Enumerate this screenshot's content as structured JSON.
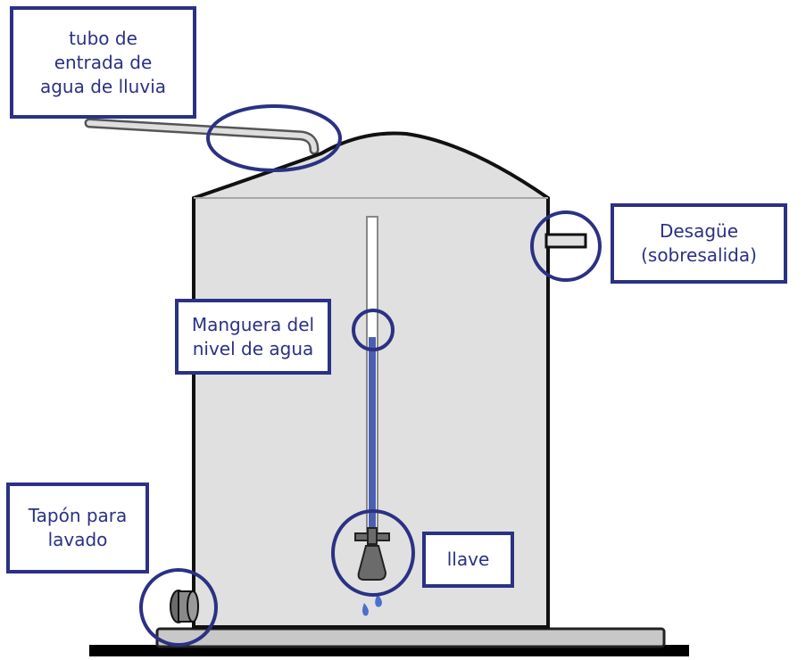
{
  "colors": {
    "outline": "#2b3183",
    "tank_fill": "#e0e0e0",
    "tank_stroke": "#111111",
    "water": "#4a5fb0",
    "drop": "#4a6fd0",
    "valve": "#6b6b6b",
    "base": "#c8c8c8",
    "ground": "#000000"
  },
  "labels": {
    "inlet_pipe": [
      "tubo de",
      "entrada de",
      "agua de lluvia"
    ],
    "overflow": [
      "Desagüe",
      "(sobresalida)"
    ],
    "level_hose": [
      "Manguera del",
      "nivel de agua"
    ],
    "flush_plug": [
      "Tapón para",
      "lavado"
    ],
    "tap": [
      "llave"
    ]
  },
  "icons": {
    "tank": "water-tank-icon",
    "valve": "faucet-icon",
    "drops": "water-drop-icon",
    "plug": "plug-cap-icon"
  }
}
